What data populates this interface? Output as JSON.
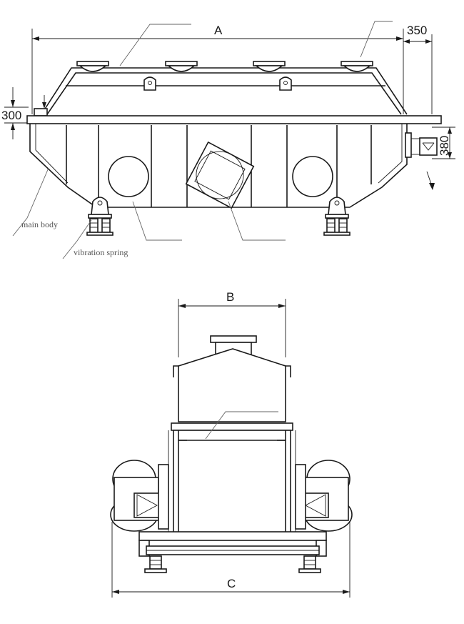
{
  "top_view": {
    "dim_a": "A",
    "dim_350": "350",
    "dim_300": "300",
    "dim_380": "380",
    "label_main_body": "main body",
    "label_vibration_spring": "vibration spring"
  },
  "end_view": {
    "dim_b": "B",
    "dim_c": "C"
  },
  "colors": {
    "line": "#1a1a1a",
    "label_text": "#555555",
    "background": "#ffffff"
  }
}
